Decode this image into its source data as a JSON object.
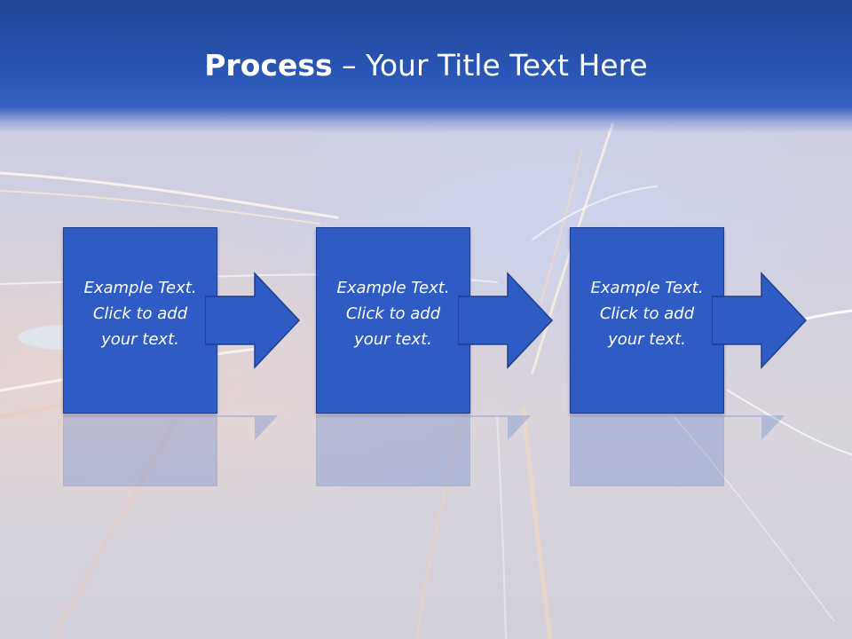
{
  "slide": {
    "title_bold": "Process",
    "title_rest": " – Your Title Text Here"
  },
  "steps": [
    {
      "line1": "Example Text.",
      "line2": "Click  to add",
      "line3": "your text."
    },
    {
      "line1": "Example Text.",
      "line2": "Click  to add",
      "line3": "your text."
    },
    {
      "line1": "Example Text.",
      "line2": "Click  to add",
      "line3": "your text."
    }
  ],
  "colors": {
    "header_blue": "#2a56b6",
    "box_fill": "#2e5cc4",
    "box_border": "#1f3f8e",
    "title_text": "#ffffff"
  }
}
